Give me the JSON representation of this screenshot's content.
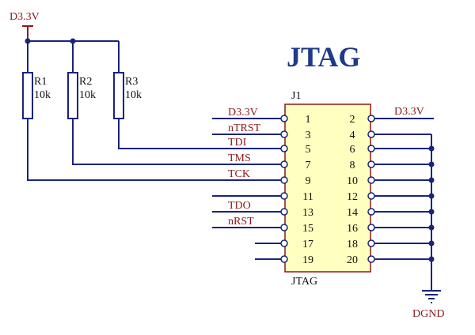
{
  "title": "JTAG",
  "power": {
    "top_left": "D3.3V",
    "right": "D3.3V"
  },
  "ground": {
    "label": "DGND"
  },
  "resistors": [
    {
      "ref": "R1",
      "value": "10k"
    },
    {
      "ref": "R2",
      "value": "10k"
    },
    {
      "ref": "R3",
      "value": "10k"
    }
  ],
  "connector": {
    "ref": "J1",
    "name": "JTAG"
  },
  "pins_left": [
    "1",
    "3",
    "5",
    "7",
    "9",
    "11",
    "13",
    "15",
    "17",
    "19"
  ],
  "pins_right": [
    "2",
    "4",
    "6",
    "8",
    "10",
    "12",
    "14",
    "16",
    "18",
    "20"
  ],
  "net_labels_left": [
    "D3.3V",
    "nTRST",
    "TDI",
    "TMS",
    "TCK",
    "",
    "TDO",
    "nRST",
    "",
    ""
  ],
  "net_label_right": "D3.3V",
  "colors": {
    "wire": "#1a237e",
    "net_label": "#8b1a1a",
    "title": "#1f3a8a",
    "connector_fill": "#ffffc0",
    "connector_border": "#8b1a1a",
    "resistor_border": "#1a237e"
  }
}
